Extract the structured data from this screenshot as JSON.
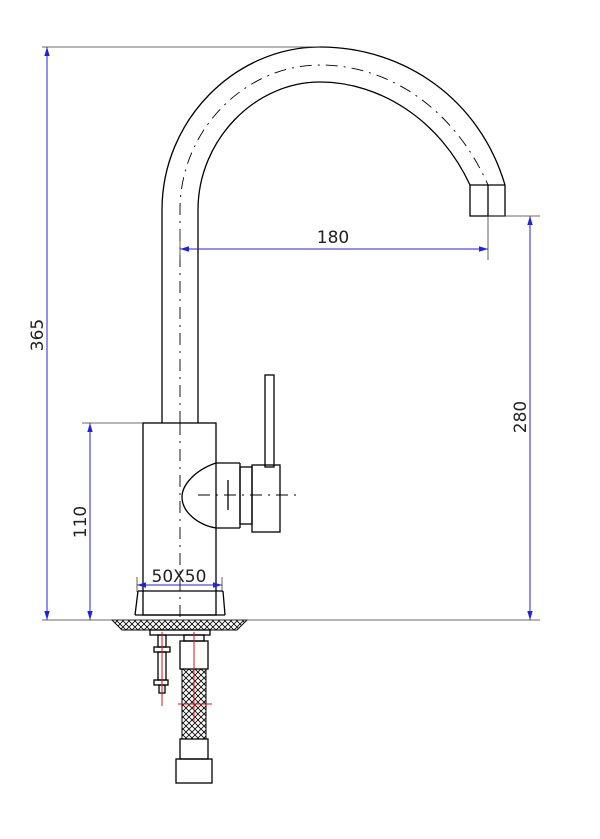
{
  "drawing": {
    "dimensions": {
      "total_height": "365",
      "spout_reach": "180",
      "spout_height": "280",
      "body_height": "110",
      "base_size": "50X50"
    },
    "colors": {
      "outline": "#000000",
      "dimension_lines": "#2222dd",
      "hose_marks": "#dd1111"
    }
  }
}
